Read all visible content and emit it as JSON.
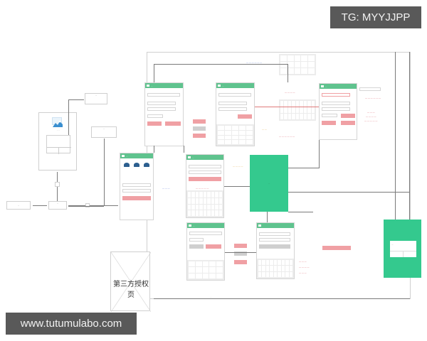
{
  "watermarks": {
    "top_right": "TG: MYYJJPP",
    "bottom_left": "www.tutumulabo.com"
  },
  "diagram": {
    "type": "app-login-flow-wireframe",
    "colors": {
      "header_green": "#5fc38e",
      "block_green": "#34c98e",
      "button_red": "#f0a0a4",
      "button_gray": "#cfcfcf",
      "annotation_red": "#d04050",
      "annotation_blue": "#4a6fd0",
      "annotation_orange": "#d9a030",
      "connector": "#7a7a7a",
      "watermark_bg": "#595959"
    },
    "nodes": {
      "start": {
        "label": "..."
      },
      "decision": {
        "label": "..."
      },
      "splash": {
        "label": "..."
      },
      "top_note": {
        "label": "..."
      },
      "mid_note": {
        "label": "..."
      },
      "home_green": {
        "label": "..."
      },
      "right_green": {
        "label": "..."
      },
      "third_party": {
        "label": "第三方授权页"
      },
      "bottom_label": {
        "label": "..."
      }
    },
    "screens": [
      {
        "id": "login-main",
        "title": "..."
      },
      {
        "id": "phone-login",
        "title": "..."
      },
      {
        "id": "verify-code",
        "title": "..."
      },
      {
        "id": "register",
        "title": "..."
      },
      {
        "id": "reset-password",
        "title": "..."
      },
      {
        "id": "bind-phone",
        "title": "..."
      }
    ]
  }
}
